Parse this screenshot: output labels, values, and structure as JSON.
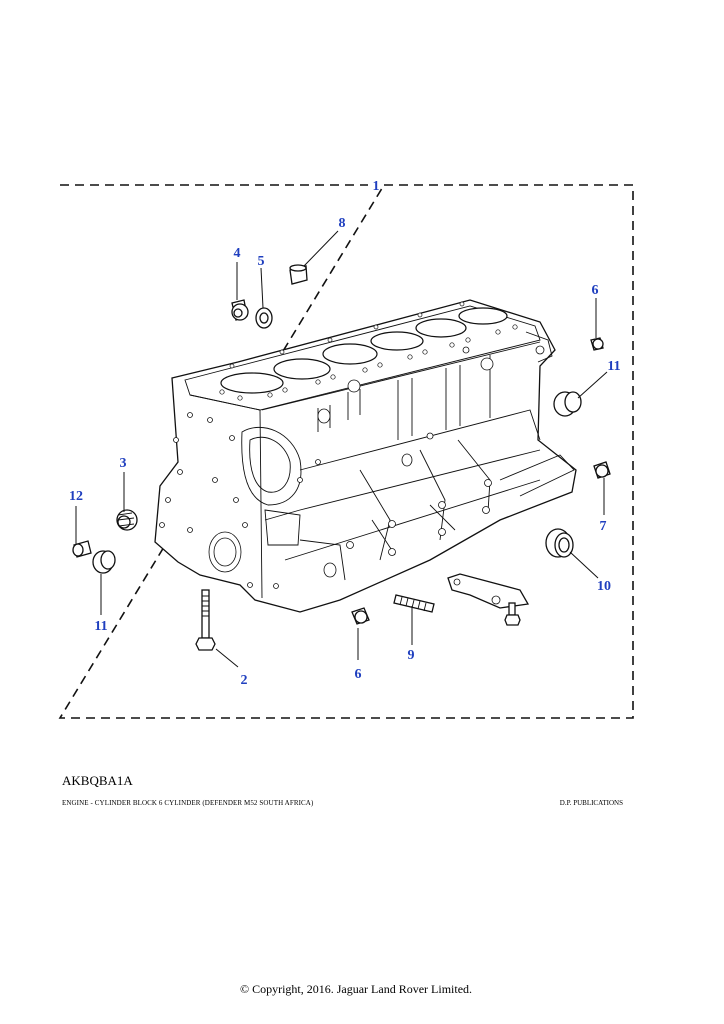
{
  "diagram": {
    "callouts": {
      "c1": "1",
      "c2": "2",
      "c3": "3",
      "c4": "4",
      "c5": "5",
      "c6a": "6",
      "c6b": "6",
      "c7": "7",
      "c8": "8",
      "c9": "9",
      "c10": "10",
      "c11a": "11",
      "c11b": "11",
      "c12": "12"
    },
    "callout_color": "#1f3fbf"
  },
  "footer": {
    "code": "AKBQBA1A",
    "caption": "ENGINE - CYLINDER BLOCK 6 CYLINDER  (DEFENDER M52 SOUTH AFRICA)",
    "publisher": "D.P. PUBLICATIONS",
    "copyright": "© Copyright, 2016. Jaguar Land Rover Limited."
  }
}
